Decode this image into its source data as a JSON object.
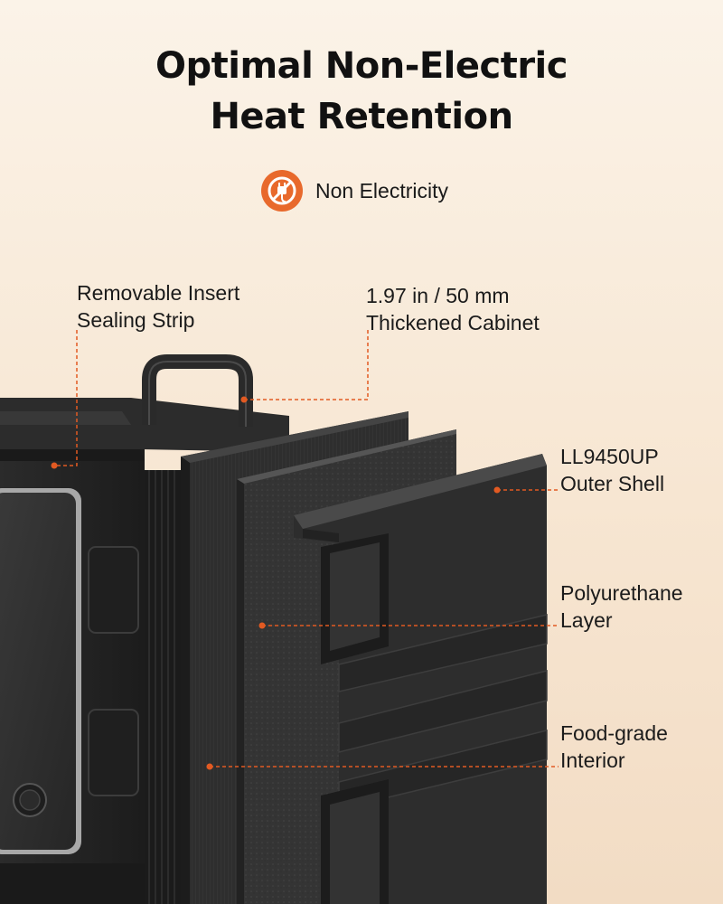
{
  "title": {
    "line1": "Optimal Non-Electric",
    "line2": "Heat Retention"
  },
  "badge": {
    "icon": "no-plug-icon",
    "text": "Non Electricity",
    "color": "#e8692c"
  },
  "callouts": {
    "insert": {
      "line1": "Removable Insert",
      "line2": "Sealing Strip"
    },
    "cabinet": {
      "line1": "1.97 in / 50 mm",
      "line2": "Thickened Cabinet"
    },
    "shell": {
      "line1": "LL9450UP",
      "line2": "Outer Shell"
    },
    "poly": {
      "line1": "Polyurethane",
      "line2": "Layer"
    },
    "food": {
      "line1": "Food-grade",
      "line2": "Interior"
    }
  },
  "colors": {
    "accent": "#e25a22",
    "product": "#2a2a2a"
  }
}
